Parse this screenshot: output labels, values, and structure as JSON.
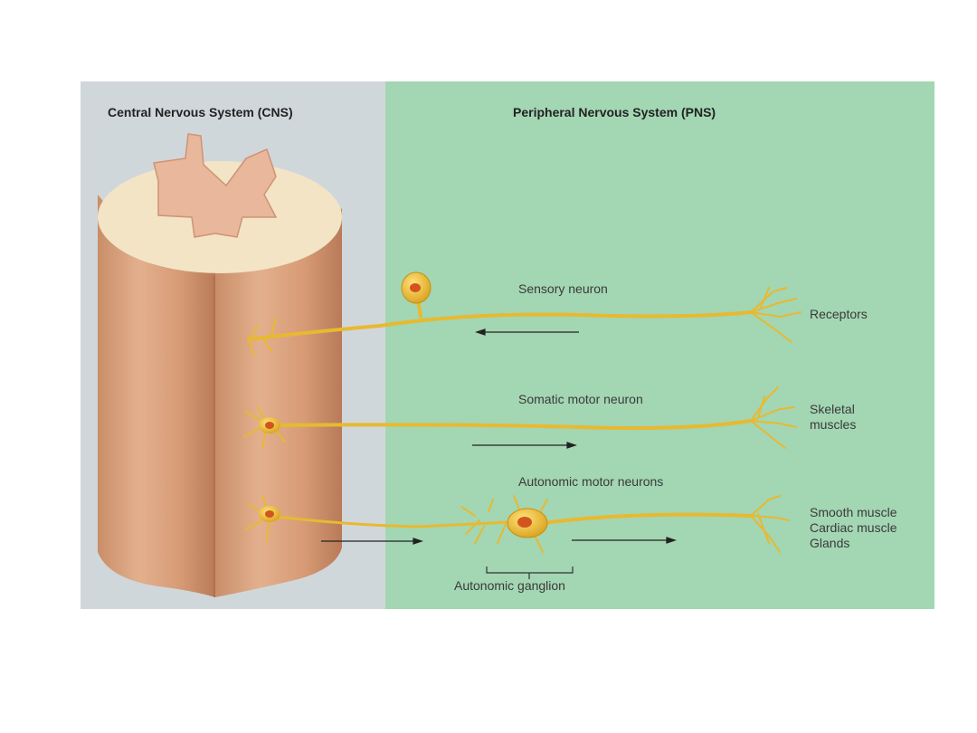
{
  "panels": {
    "cns_title": "Central Nervous System (CNS)",
    "pns_title": "Peripheral Nervous System (PNS)"
  },
  "neurons": {
    "sensory": "Sensory neuron",
    "somatic": "Somatic motor neuron",
    "autonomic": "Autonomic motor neurons",
    "ganglion": "Autonomic ganglion"
  },
  "targets": {
    "receptors": "Receptors",
    "skeletal": [
      "Skeletal",
      "muscles"
    ],
    "autonomic": [
      "Smooth muscle",
      "Cardiac muscle",
      "Glands"
    ]
  },
  "colors": {
    "cns_bg": "#d0d7db",
    "pns_bg": "#a3d6b3",
    "nerve": "#e8b930",
    "cord": "#d9a07a"
  }
}
